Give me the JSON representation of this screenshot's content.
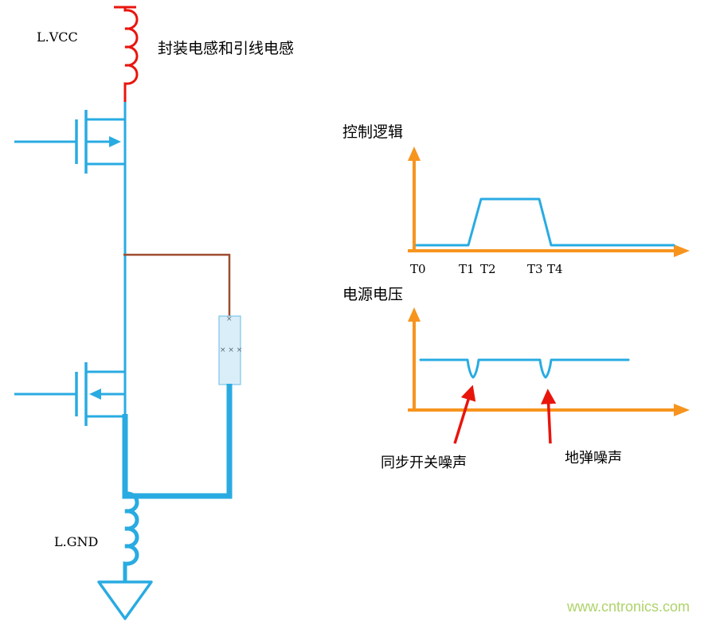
{
  "colors": {
    "bg": "#ffffff",
    "wire": "#29abe2",
    "trace": "#29abe2",
    "red": "#e8150d",
    "branch": "#9e4b2d",
    "axis": "#f7941d",
    "cap-fill": "#daeef9",
    "cap-border": "#7cc4e8",
    "text": "#000000",
    "watermark": "#aed36a"
  },
  "circuit": {
    "vcc_label": "L.VCC",
    "gnd_label": "L.GND",
    "package_inductor_label": "封装电感和引线电感",
    "capacitor_marks_top": "×",
    "capacitor_marks_mid": "× × ×"
  },
  "control_plot": {
    "title": "控制逻辑",
    "ticks": [
      "T0",
      "T1",
      "T2",
      "T3",
      "T4"
    ]
  },
  "supply_plot": {
    "title": "电源电压",
    "noise_label_1": "同步开关噪声",
    "noise_label_2": "地弹噪声"
  },
  "watermark": {
    "text": "www.cntronics.com"
  }
}
